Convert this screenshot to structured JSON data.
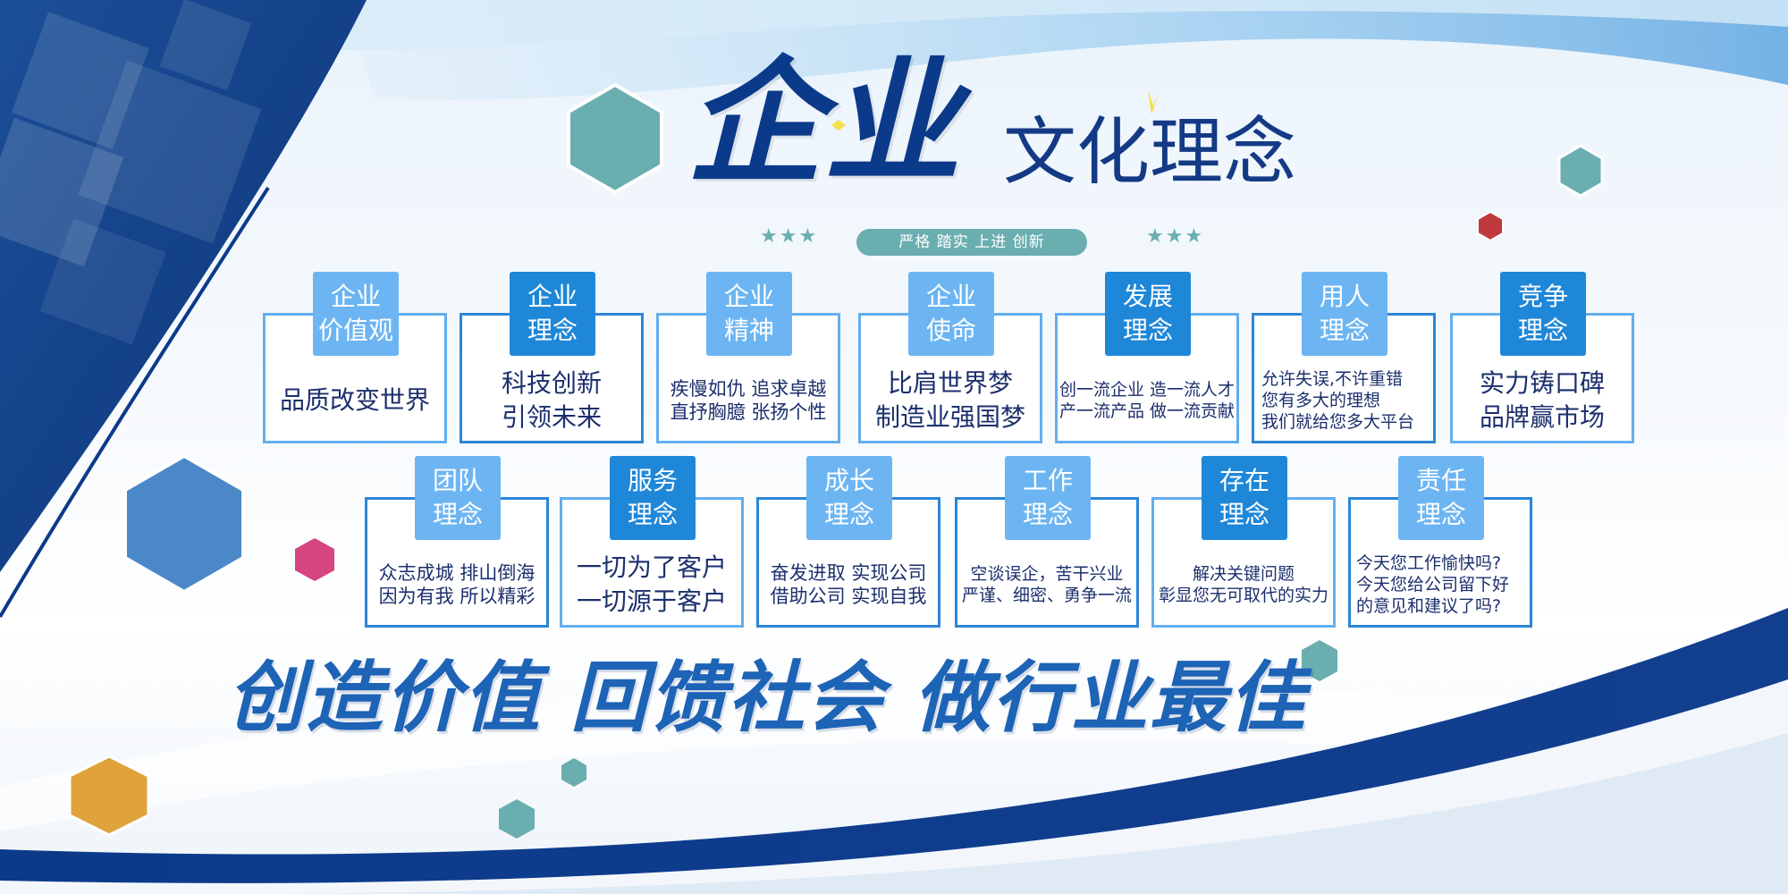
{
  "title": {
    "main": "企业",
    "sub": "文化理念"
  },
  "tagline": "严格 踏实 上进 创新",
  "stars": "★★★",
  "cards_row1": [
    {
      "tag_line1": "企业",
      "tag_line2": "价值观",
      "lines": [
        "品质改变世界"
      ]
    },
    {
      "tag_line1": "企业",
      "tag_line2": "理念",
      "lines": [
        "科技创新",
        "引领未来"
      ]
    },
    {
      "tag_line1": "企业",
      "tag_line2": "精神",
      "lines": [
        "疾慢如仇 追求卓越",
        "直抒胸臆 张扬个性"
      ]
    },
    {
      "tag_line1": "企业",
      "tag_line2": "使命",
      "lines": [
        "比肩世界梦",
        "制造业强国梦"
      ]
    },
    {
      "tag_line1": "发展",
      "tag_line2": "理念",
      "lines": [
        "创一流企业 造一流人才",
        "产一流产品 做一流贡献"
      ]
    },
    {
      "tag_line1": "用人",
      "tag_line2": "理念",
      "lines": [
        "允许失误,不许重错",
        "您有多大的理想",
        "我们就给您多大平台"
      ]
    },
    {
      "tag_line1": "竞争",
      "tag_line2": "理念",
      "lines": [
        "实力铸口碑",
        "品牌赢市场"
      ]
    }
  ],
  "cards_row2": [
    {
      "tag_line1": "团队",
      "tag_line2": "理念",
      "lines": [
        "众志成城 排山倒海",
        "因为有我 所以精彩"
      ]
    },
    {
      "tag_line1": "服务",
      "tag_line2": "理念",
      "lines": [
        "一切为了客户",
        "一切源于客户"
      ]
    },
    {
      "tag_line1": "成长",
      "tag_line2": "理念",
      "lines": [
        "奋发进取 实现公司",
        "借助公司 实现自我"
      ]
    },
    {
      "tag_line1": "工作",
      "tag_line2": "理念",
      "lines": [
        "空谈误企，苦干兴业",
        "严谨、细密、勇争一流"
      ]
    },
    {
      "tag_line1": "存在",
      "tag_line2": "理念",
      "lines": [
        "解决关键问题",
        "彰显您无可取代的实力"
      ]
    },
    {
      "tag_line1": "责任",
      "tag_line2": "理念",
      "lines": [
        "今天您工作愉快吗?",
        "今天您给公司留下好",
        "的意见和建议了吗?"
      ]
    }
  ],
  "slogan": "创造价值 回馈社会 做行业最佳",
  "colors": {
    "navy": "#0c3a8a",
    "blue": "#1f87d8",
    "light_blue": "#6cb5f2",
    "teal": "#6aaeb0",
    "orange": "#e0a33c",
    "magenta": "#d6457f",
    "red": "#c0393d"
  }
}
